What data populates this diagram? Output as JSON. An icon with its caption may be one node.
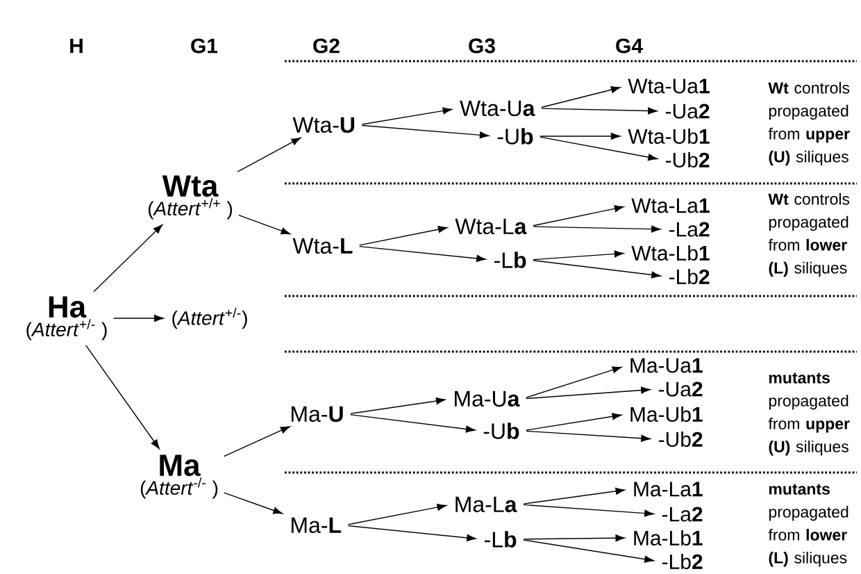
{
  "diagram": {
    "nodes": [
      {
        "text": [
          "Ha",
          "(*Attert*$^{+/-}$ )"
        ]
      },
      {
        "text": [
          "Wta",
          "(*Attert*$^{+/+}$ )"
        ]
      },
      {
        "text": [
          "(*Attert*$^{+/-}$)"
        ]
      },
      {
        "text": [
          "Ma",
          "(*Attert*$^{-/-}$ )"
        ]
      },
      {
        "text": [
          "Wta-**U**"
        ]
      },
      {
        "text": [
          "Wta-**L**"
        ]
      },
      {
        "text": [
          "Ma-**U**"
        ]
      },
      {
        "text": [
          "Ma-**L**"
        ]
      },
      {
        "text": [
          "Wta-U**a**"
        ]
      },
      {
        "text": [
          "-U**b**"
        ]
      },
      {
        "text": [
          "Wta-L**a**"
        ]
      },
      {
        "text": [
          "-L**b**"
        ]
      },
      {
        "text": [
          "Ma-U**a**"
        ]
      },
      {
        "text": [
          "-U**b**"
        ]
      },
      {
        "text": [
          "Ma-L**a**"
        ]
      },
      {
        "text": [
          "-L**b**"
        ]
      },
      {
        "text": [
          "Wta-Ua**1**"
        ]
      },
      {
        "text": [
          "-Ua**2**"
        ]
      },
      {
        "text": [
          "Wta-Ub**1**"
        ]
      },
      {
        "text": [
          "-Ub**2**"
        ]
      },
      {
        "text": [
          "Wta-La**1**"
        ]
      },
      {
        "text": [
          "-La**2**"
        ]
      },
      {
        "text": [
          "Wta-Lb**1**"
        ]
      },
      {
        "text": [
          "-Lb**2**"
        ]
      },
      {
        "text": [
          "Ma-Ua**1**"
        ]
      },
      {
        "text": [
          "-Ua**2**"
        ]
      },
      {
        "text": [
          "Ma-Ub**1**"
        ]
      },
      {
        "text": [
          "-Ub**2**"
        ]
      },
      {
        "text": [
          "Ma-La**1**"
        ]
      },
      {
        "text": [
          "-La**2**"
        ]
      },
      {
        "text": [
          "Ma-Lb**1**"
        ]
      },
      {
        "text": [
          "-Lb**2**"
        ]
      }
    ],
    "edges": [
      {
        "from": 0,
        "to": 1,
        "arrow": "to"
      },
      {
        "from": 0,
        "to": 2,
        "arrow": "to"
      },
      {
        "from": 0,
        "to": 3,
        "arrow": "to"
      },
      {
        "from": 1,
        "to": 4,
        "arrow": "to"
      },
      {
        "from": 1,
        "to": 5,
        "arrow": "to"
      },
      {
        "from": 3,
        "to": 6,
        "arrow": "to"
      },
      {
        "from": 3,
        "to": 7,
        "arrow": "to"
      },
      {
        "from": 4,
        "to": 8,
        "arrow": "to"
      },
      {
        "from": 4,
        "to": 9,
        "arrow": "to"
      },
      {
        "from": 5,
        "to": 10,
        "arrow": "to"
      },
      {
        "from": 5,
        "to": 11,
        "arrow": "to"
      },
      {
        "from": 6,
        "to": 12,
        "arrow": "to"
      },
      {
        "from": 6,
        "to": 13,
        "arrow": "to"
      },
      {
        "from": 7,
        "to": 14,
        "arrow": "to"
      },
      {
        "from": 7,
        "to": 15,
        "arrow": "to"
      },
      {
        "from": 8,
        "to": 16,
        "arrow": "to"
      },
      {
        "from": 8,
        "to": 17,
        "arrow": "to"
      },
      {
        "from": 9,
        "to": 18,
        "arrow": "to"
      },
      {
        "from": 9,
        "to": 19,
        "arrow": "to"
      },
      {
        "from": 10,
        "to": 20,
        "arrow": "to"
      },
      {
        "from": 10,
        "to": 21,
        "arrow": "to"
      },
      {
        "from": 11,
        "to": 22,
        "arrow": "to"
      },
      {
        "from": 11,
        "to": 23,
        "arrow": "to"
      },
      {
        "from": 12,
        "to": 24,
        "arrow": "to"
      },
      {
        "from": 12,
        "to": 25,
        "arrow": "to"
      },
      {
        "from": 13,
        "to": 26,
        "arrow": "to"
      },
      {
        "from": 13,
        "to": 27,
        "arrow": "to"
      },
      {
        "from": 14,
        "to": 28,
        "arrow": "to"
      },
      {
        "from": 14,
        "to": 29,
        "arrow": "to"
      },
      {
        "from": 15,
        "to": 30,
        "arrow": "to"
      },
      {
        "from": 15,
        "to": 31,
        "arrow": "to"
      }
    ],
    "labels": [
      "H",
      "G1",
      "G2",
      "G3",
      "G4",
      "**Wt** controls propagated from **upper** **(U)** siliques",
      "**Wt** controls propagated from **lower** **(L)** siliques",
      "**mutants** propagated from **upper** **(U)** siliques",
      "**mutants** propagated from **lower** **(L)** siliques"
    ]
  }
}
